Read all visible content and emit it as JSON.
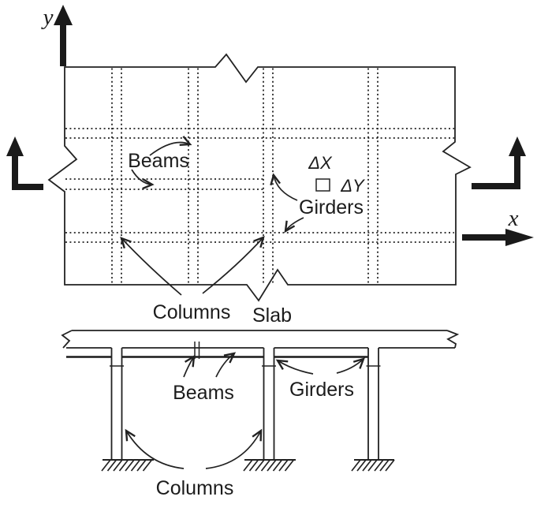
{
  "figure": {
    "description": "Floor framing plan and building elevation diagram",
    "colors": {
      "background": "#ffffff",
      "ink": "#1c1c1c"
    },
    "axes": {
      "x_label": "x",
      "y_label": "y"
    },
    "plan": {
      "labels": {
        "beams": "Beams",
        "girders": "Girders",
        "columns": "Columns",
        "slab": "Slab",
        "delta_x": "ΔX",
        "delta_y": "ΔY"
      }
    },
    "elevation": {
      "labels": {
        "beams": "Beams",
        "girders": "Girders",
        "columns": "Columns"
      }
    }
  }
}
